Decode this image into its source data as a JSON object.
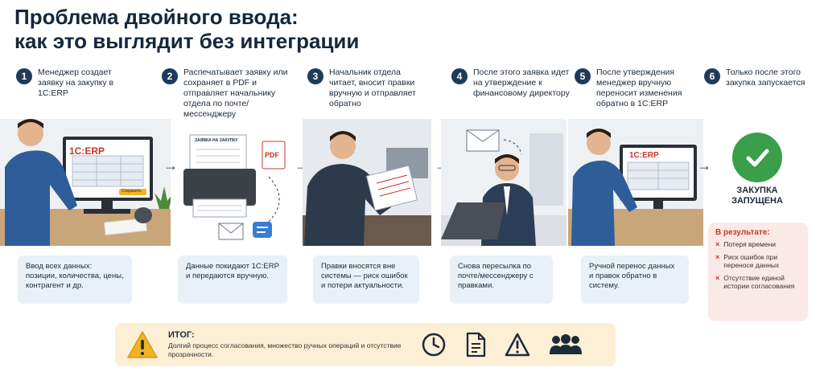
{
  "title_line1": "Проблема двойного ввода:",
  "title_line2": "как это выглядит без интеграции",
  "steps": [
    {
      "num": "1",
      "text": "Менеджер создает заявку на закупку в 1С:ERP"
    },
    {
      "num": "2",
      "text": "Распечатывает заявку или сохраняет в PDF и отправляет начальнику отдела по почте/мессенджеру"
    },
    {
      "num": "3",
      "text": "Начальник отдела читает, вносит правки вручную и отправляет обратно"
    },
    {
      "num": "4",
      "text": "После этого заявка идет на утверждение к финансовому директору"
    },
    {
      "num": "5",
      "text": "После утверждения менеджер вручную переносит изменения обратно в 1С:ERP"
    },
    {
      "num": "6",
      "text": "Только после этого закупка запускается"
    }
  ],
  "notes": [
    "Ввод всех данных: позиции, количества, цены, контрагент и др.",
    "Данные покидают 1С:ERP и передаются вручную.",
    "Правки вносятся вне системы — риск ошибок и потери актуальности.",
    "Снова пересылка по почте/мессенджеру с правками.",
    "Ручной перенос данных и правок обратно в систему."
  ],
  "scene_labels": {
    "erp1": "1С:ERP",
    "save_btn": "Сохранить",
    "paper_title": "ЗАЯВКА НА ЗАКУПКУ",
    "pdf": "PDF",
    "erp5": "1С:ERP"
  },
  "done": {
    "line1": "ЗАКУПКА",
    "line2": "ЗАПУЩЕНА"
  },
  "result": {
    "title": "В результате:",
    "items": [
      "Потеря времени",
      "Риск ошибок при переносе данных",
      "Отсутствие единой истории согласования"
    ]
  },
  "summary": {
    "title": "ИТОГ:",
    "body": "Долгий процесс согласования, множество ручных операций и отсутствие прозрачности."
  },
  "colors": {
    "accent": "#1f3b5a",
    "success": "#3b9e4a",
    "danger": "#c0392b",
    "warning": "#f0b323"
  }
}
